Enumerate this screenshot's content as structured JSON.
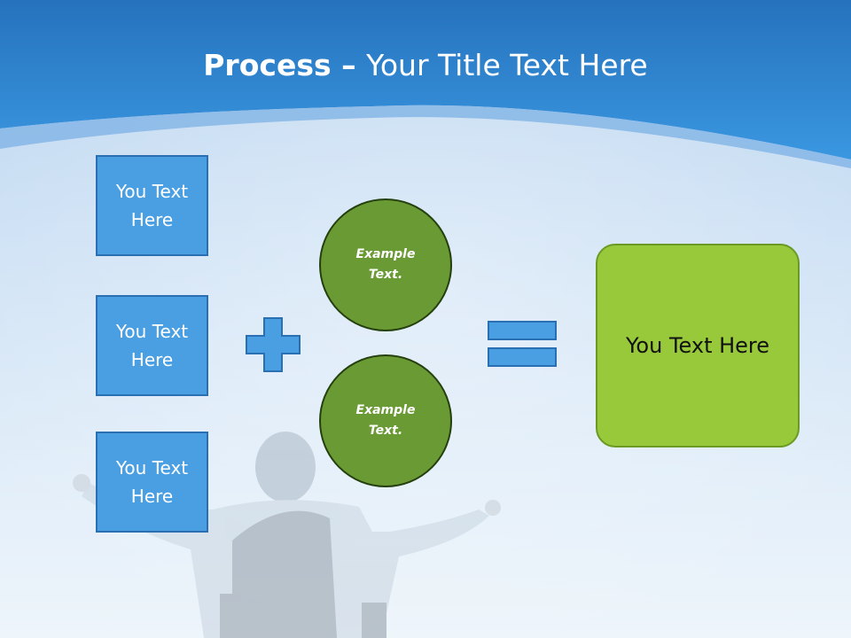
{
  "slide": {
    "title_bold": "Process",
    "title_dash": " – ",
    "title_rest": "Your Title Text Here"
  },
  "inputs": [
    {
      "text": "You Text Here"
    },
    {
      "text": "You Text Here"
    },
    {
      "text": "You Text Here"
    }
  ],
  "operators": {
    "plus": "plus-icon",
    "equals": "equals-icon"
  },
  "examples": [
    {
      "text": "Example Text."
    },
    {
      "text": "Example Text."
    }
  ],
  "result": {
    "text": "You Text Here"
  },
  "colors": {
    "header_blue": "#2d84d0",
    "box_fill": "#4a9fe2",
    "box_border": "#2a6fb2",
    "circle_fill": "#6a9a33",
    "result_fill": "#98c93a"
  }
}
